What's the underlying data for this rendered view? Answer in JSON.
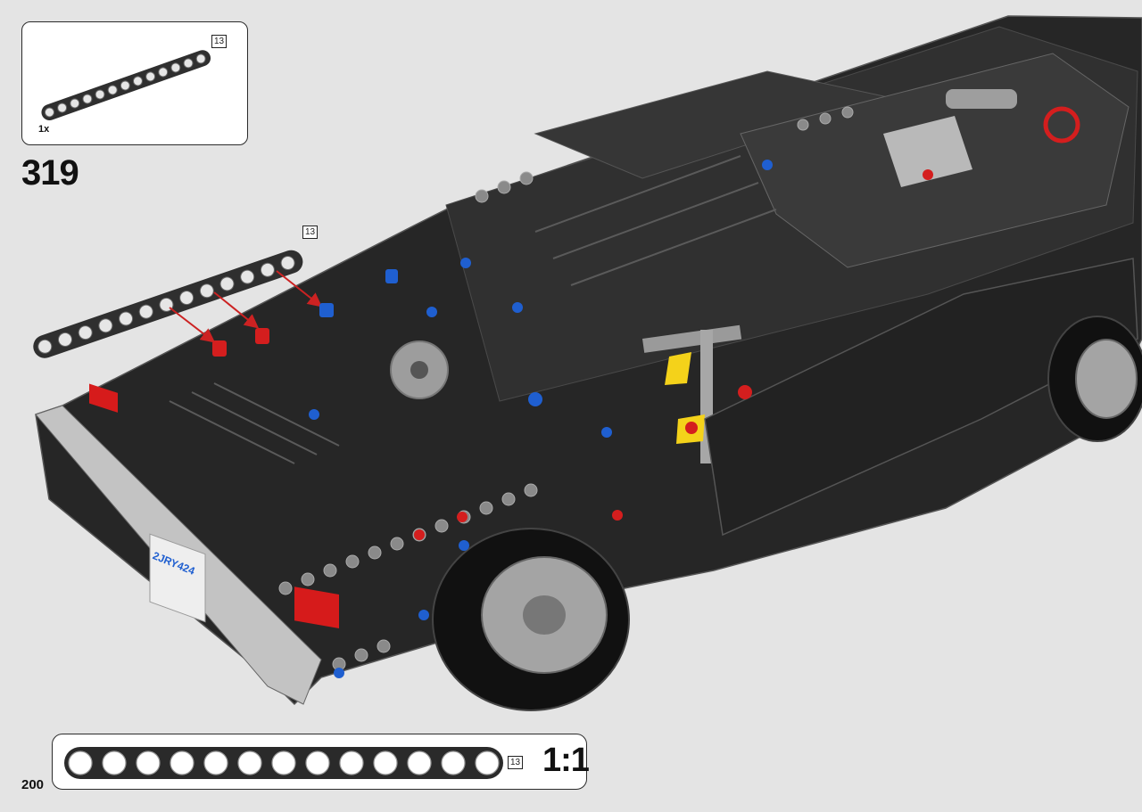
{
  "parts_callout": {
    "part_length": "13",
    "quantity": "1x"
  },
  "step": {
    "number": "319",
    "beam_length_tag": "13"
  },
  "plate": {
    "text": "2JRY424"
  },
  "ruler": {
    "beam_length": 13,
    "length_tag": "13",
    "scale": "1:1"
  },
  "page": {
    "number": "200"
  },
  "colors": {
    "background": "#e4e4e4",
    "beam": "#2f2f2f",
    "body": "#262626",
    "arrow": "#cc2222",
    "pin_red": "#d41e1e",
    "pin_blue": "#1f5fd0",
    "accent_yellow": "#f4d21a"
  }
}
